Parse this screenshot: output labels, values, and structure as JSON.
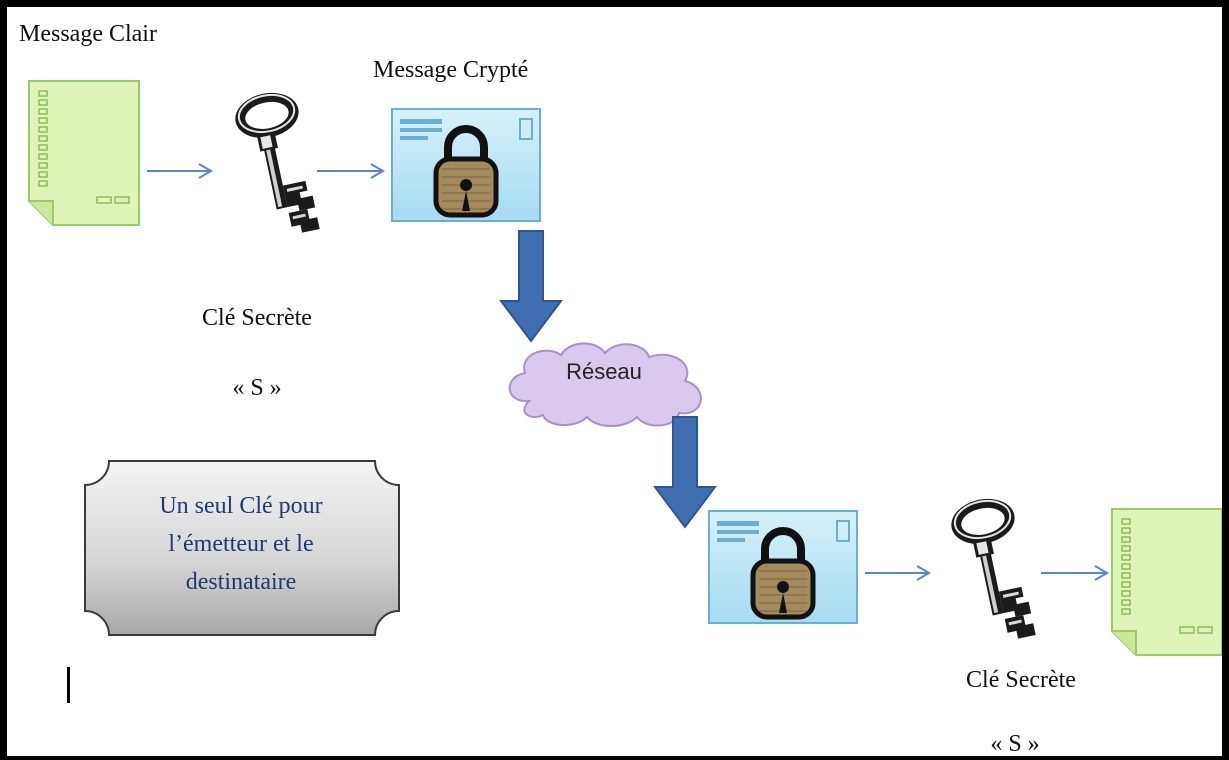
{
  "labels": {
    "message_clair": "Message Clair",
    "message_crypte": "Message Crypté",
    "reseau": "Réseau",
    "cle_secrete_1": "Clé Secrète",
    "cle_s_1": "« S »",
    "cle_secrete_2": "Clé Secrète",
    "cle_s_2": "« S »"
  },
  "note": {
    "line1": "Un seul Clé pour",
    "line2": "l’émetteur et le",
    "line3": "destinataire"
  },
  "colors": {
    "document_fill": "#dff5b8",
    "document_border": "#9cc96a",
    "envelope_fill": "#b7e3f5",
    "envelope_border": "#6aaed4",
    "big_arrow": "#3f6fb0",
    "thin_arrow": "#5b86c4",
    "cloud_fill": "#d9c9ee",
    "cloud_border": "#a990cc",
    "note_text": "#1e3a6e"
  },
  "icons": {
    "plain_document": "document-icon",
    "secret_key": "key-icon",
    "encrypted_message": "locked-envelope-icon",
    "network": "cloud-icon"
  }
}
